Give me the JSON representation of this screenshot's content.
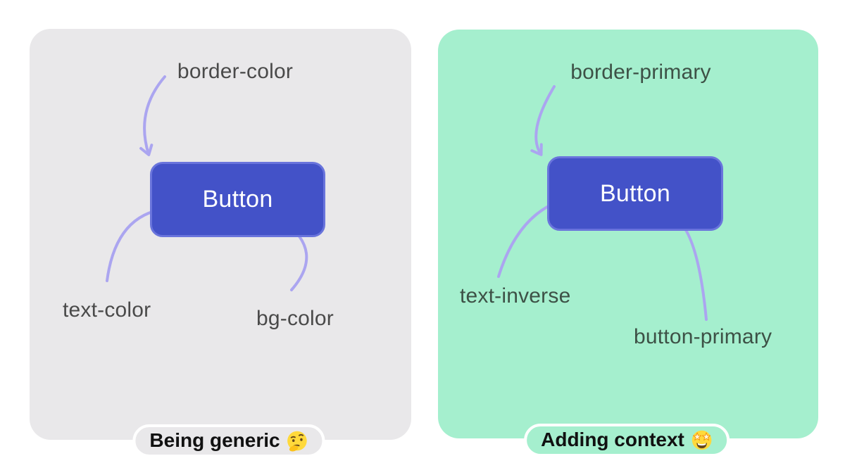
{
  "diagram": {
    "panels": [
      {
        "caption": "Being generic",
        "caption_emoji": "🤔",
        "caption_emoji_name": "thinking-face",
        "background": "#e9e8ea",
        "annotation_color": "#4a4a4a",
        "button": {
          "label": "Button"
        },
        "annotations": [
          "border-color",
          "text-color",
          "bg-color"
        ]
      },
      {
        "caption": "Adding context",
        "caption_emoji": "🤩",
        "caption_emoji_name": "star-struck-face",
        "background": "#a5efce",
        "annotation_color": "#3d5146",
        "button": {
          "label": "Button"
        },
        "annotations": [
          "border-primary",
          "text-inverse",
          "button-primary"
        ]
      }
    ],
    "colors": {
      "page_background": "#ffffff",
      "button_fill": "#4352c8",
      "button_border": "#6974dc",
      "button_text": "#ffffff",
      "arrow": "#aba5f0",
      "caption_text": "#111111",
      "pill_border": "#ffffff"
    }
  }
}
